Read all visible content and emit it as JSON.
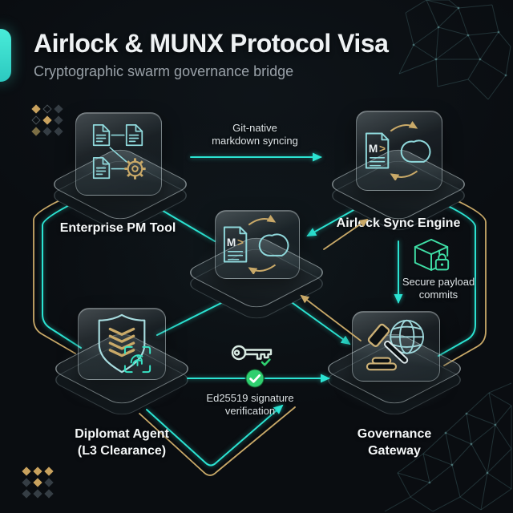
{
  "header": {
    "title": "Airlock & MUNX Protocol Visa",
    "subtitle": "Cryptographic swarm governance bridge"
  },
  "nodes": {
    "enterprise_pm": {
      "label": "Enterprise PM Tool",
      "icon": "documents-workflow-gear-icon"
    },
    "airlock_sync": {
      "label": "Airlock Sync Engine",
      "icon": "markdown-cloud-sync-icon"
    },
    "bridge_core": {
      "icon": "markdown-cloud-sync-icon"
    },
    "diplomat_agent": {
      "label_line1": "Diplomat Agent",
      "label_line2": "(L3 Clearance)",
      "icon": "shield-chevrons-fingerprint-icon"
    },
    "governance_gateway": {
      "label_line1": "Governance",
      "label_line2": "Gateway",
      "icon": "gavel-globe-icon"
    }
  },
  "edges": {
    "git_sync": {
      "label_line1": "Git-native",
      "label_line2": "markdown syncing",
      "direction": "enterprise_pm -> airlock_sync"
    },
    "secure_commits": {
      "label_line1": "Secure payload",
      "label_line2": "commits",
      "icon": "package-lock-icon",
      "direction": "airlock_sync -> governance_gateway"
    },
    "signature": {
      "label_line1": "Ed25519 signature",
      "label_line2": "verification",
      "icons": [
        "key-icon",
        "check-circle-icon"
      ],
      "direction": "diplomat_agent -> governance_gateway"
    }
  },
  "glyphs": {
    "markdown_m": "M",
    "markdown_arrow": ">"
  },
  "colors": {
    "background": "#0a0d11",
    "teal_arrow": "#2be3d2",
    "gold_line": "#c9a968",
    "success_green": "#2fcf6f",
    "accent_bar": "#3ce8d4",
    "icon_teal": "#8fd8db",
    "title": "#eef1f3",
    "subtitle": "#99a1a8"
  }
}
